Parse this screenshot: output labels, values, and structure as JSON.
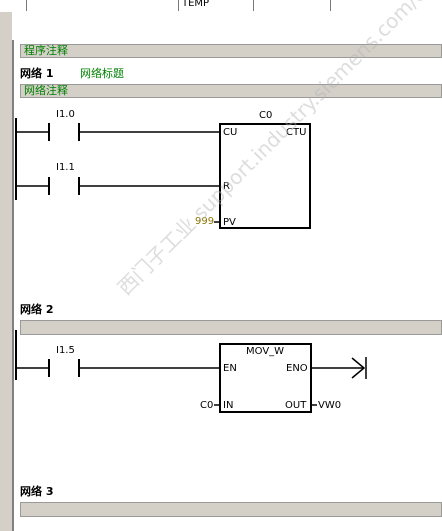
{
  "var_table": {
    "row_label": "TEMP"
  },
  "program_comment": "程序注释",
  "networks": [
    {
      "label": "网络 1",
      "title": "网络标题",
      "comment": "网络注释",
      "contact1": "I1.0",
      "contact2": "I1.1",
      "block": {
        "name": "C0",
        "type": "CTU",
        "cu": "CU",
        "r": "R",
        "pv_pin": "PV",
        "pv_value": "999"
      }
    },
    {
      "label": "网络 2",
      "contact": "I1.5",
      "block": {
        "name": "MOV_W",
        "en": "EN",
        "eno": "ENO",
        "in_pin": "IN",
        "out_pin": "OUT",
        "in_value": "C0",
        "out_value": "VW0"
      }
    },
    {
      "label": "网络 3"
    }
  ],
  "watermark": "西门子工业 support.industry.siemens.com/cs",
  "colors": {
    "comment_green": "#008000",
    "pv_value": "#8b7500",
    "bar_gray": "#d4d0c8"
  }
}
